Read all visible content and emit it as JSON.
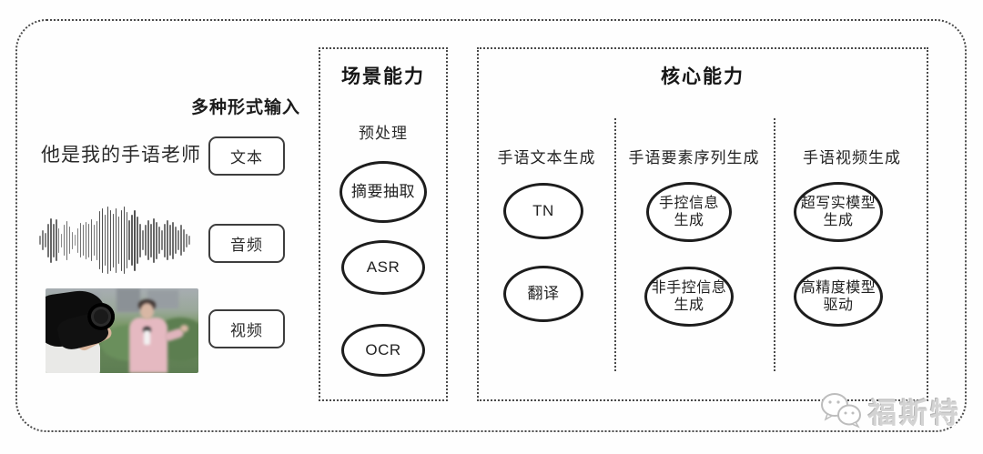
{
  "input_section": {
    "header": "多种形式输入",
    "text_example": "他是我的手语老师",
    "items": [
      {
        "label": "文本"
      },
      {
        "label": "音频"
      },
      {
        "label": "视频"
      }
    ]
  },
  "waveform": {
    "amplitudes": [
      0.14,
      0.3,
      0.22,
      0.5,
      0.66,
      0.5,
      0.62,
      0.36,
      0.2,
      0.46,
      0.58,
      0.4,
      0.26,
      0.16,
      0.36,
      0.52,
      0.46,
      0.56,
      0.5,
      0.62,
      0.46,
      0.58,
      0.86,
      0.96,
      0.76,
      1.0,
      0.9,
      0.8,
      0.96,
      0.7,
      0.9,
      1.0,
      0.84,
      0.6,
      0.76,
      0.9,
      0.7,
      0.5,
      0.3,
      0.46,
      0.6,
      0.5,
      0.66,
      0.56,
      0.4,
      0.3,
      0.5,
      0.6,
      0.46,
      0.56,
      0.4,
      0.3,
      0.46,
      0.34,
      0.2,
      0.14
    ]
  },
  "scene_box": {
    "title": "场景能力",
    "subtitle": "预处理",
    "nodes": [
      {
        "label": "摘要抽取"
      },
      {
        "label": "ASR"
      },
      {
        "label": "OCR"
      }
    ]
  },
  "core_box": {
    "title": "核心能力",
    "columns": [
      {
        "header": "手语文本生成",
        "nodes": [
          {
            "label": "TN"
          },
          {
            "label": "翻译"
          }
        ]
      },
      {
        "header": "手语要素序列生成",
        "nodes": [
          {
            "label": "手控信息\n生成"
          },
          {
            "label": "非手控信息\n生成"
          }
        ]
      },
      {
        "header": "手语视频生成",
        "nodes": [
          {
            "label": "超写实模型\n生成"
          },
          {
            "label": "高精度模型\n驱动"
          }
        ]
      }
    ]
  },
  "watermark": {
    "text": "福斯特"
  },
  "colors": {
    "line": "#1d1d1d",
    "dotted_border": "#4a4a4a",
    "watermark": "#d3d3d3"
  }
}
